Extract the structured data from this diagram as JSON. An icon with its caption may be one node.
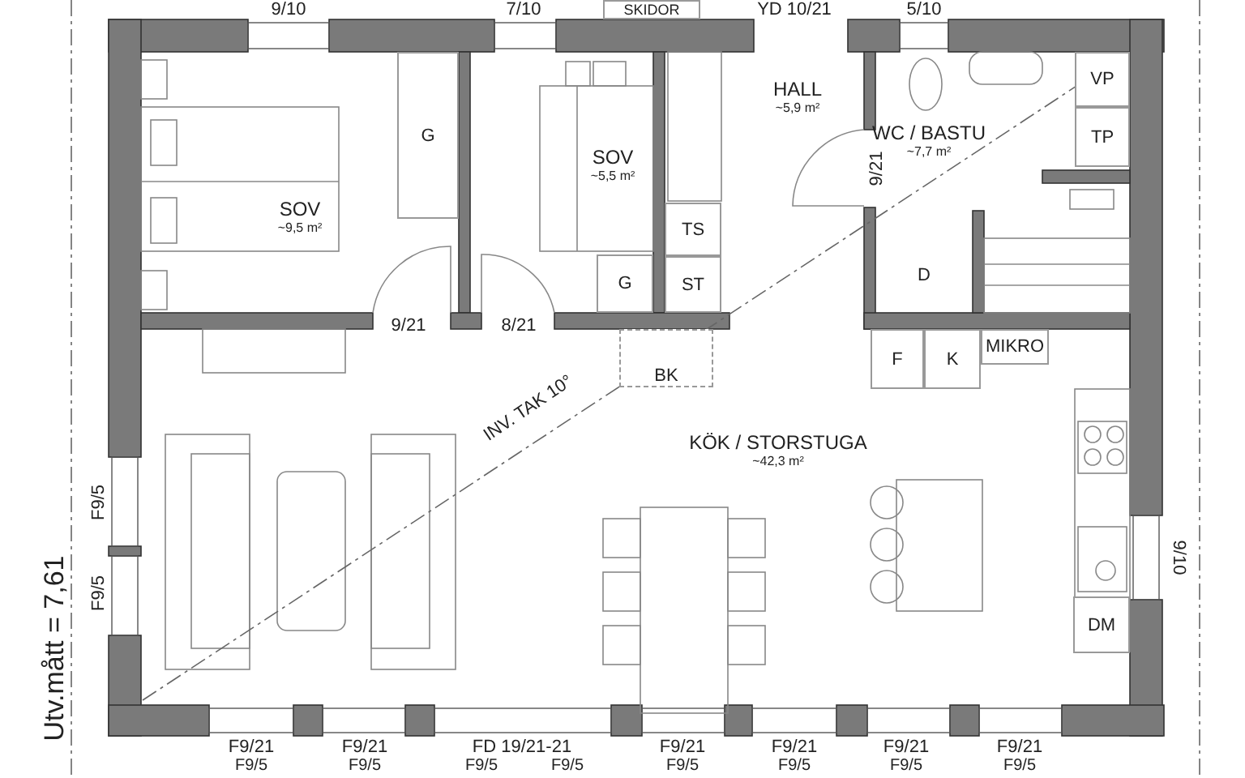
{
  "diagram": {
    "nodes": [
      {
        "text": [
          "SKIDOR"
        ]
      },
      {
        "text": [
          "SOV",
          "~9,5 m²"
        ]
      },
      {
        "text": [
          "G"
        ],
        "in": 1
      },
      {
        "text": [
          "SOV",
          "~5,5 m²"
        ]
      },
      {
        "text": [
          "G"
        ],
        "in": 3
      },
      {
        "text": [
          "HALL",
          "~5,9 m²"
        ]
      },
      {
        "text": [
          "TS"
        ],
        "in": 5
      },
      {
        "text": [
          "ST"
        ],
        "in": 5
      },
      {
        "text": [
          "WC / BASTU",
          "~7,7 m²"
        ]
      },
      {
        "text": [
          "VP"
        ],
        "in": 8
      },
      {
        "text": [
          "TP"
        ],
        "in": 8
      },
      {
        "text": [
          "D"
        ],
        "in": 8
      },
      {
        "text": [
          "KÖK / STORSTUGA",
          "~42,3 m²"
        ]
      },
      {
        "text": [
          "BK"
        ],
        "in": 12
      },
      {
        "text": [
          "F"
        ],
        "in": 12
      },
      {
        "text": [
          "K"
        ],
        "in": 12
      },
      {
        "text": [
          "MIKRO"
        ],
        "in": 12
      },
      {
        "text": [
          "DM"
        ],
        "in": 12
      }
    ],
    "labels": [
      "9/10",
      "7/10",
      "YD 10/21",
      "5/10",
      "9/21",
      "9/21",
      "8/21",
      "INV. TAK 10°",
      "F9/5",
      "F9/5",
      "9/10",
      "Utv.mått = 7,61",
      "F9/21",
      "F9/21",
      "FD 19/21-21",
      "F9/21",
      "F9/21",
      "F9/21",
      "F9/21",
      "F9/5",
      "F9/5",
      "F9/5",
      "F9/5",
      "F9/5",
      "F9/5",
      "F9/5",
      "F9/5"
    ]
  }
}
